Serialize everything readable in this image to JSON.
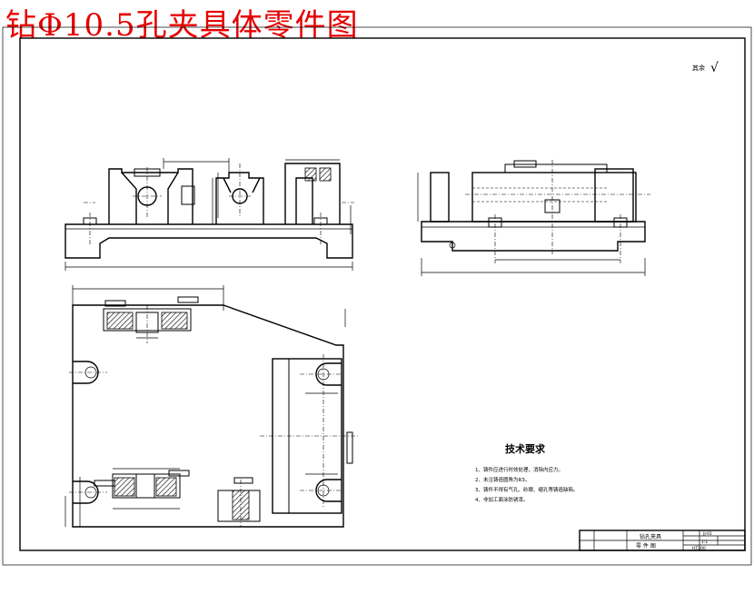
{
  "title": "钻Φ10.5孔夹具体零件图",
  "surface_note": "其余",
  "surface_mark": "√",
  "tech_requirements": {
    "heading": "技术要求",
    "items": [
      "1、铸件应进行时效处理，消除内应力。",
      "2、未注铸造圆角为R3。",
      "3、铸件不得有气孔、砂眼、缩孔等铸造缺陷。",
      "4、非加工面涂防锈漆。"
    ]
  },
  "title_block": {
    "part_name": "钻孔夹具",
    "drawing_no": "JJ-01",
    "row2": "零 件 图",
    "scale": "1:1",
    "material": "HT200"
  },
  "colors": {
    "title": "#e60000",
    "line": "#000000",
    "hatch": "#000000"
  }
}
